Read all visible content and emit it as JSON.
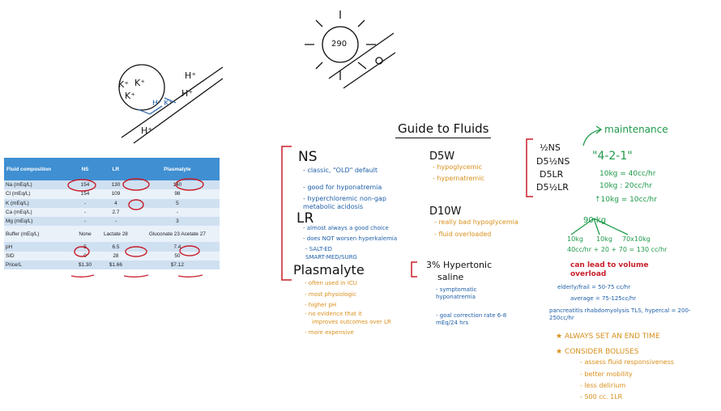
{
  "table": {
    "headers": [
      "Fluid composition",
      "NS",
      "LR",
      "Plasmalyte"
    ],
    "rows": [
      {
        "label": "Na (mEq/L)",
        "ns": "154",
        "lr": "130",
        "pl": "140"
      },
      {
        "label": "Cl (mEq/L)",
        "ns": "154",
        "lr": "109",
        "pl": "98"
      },
      {
        "label": "K (mEq/L)",
        "ns": "-",
        "lr": "4",
        "pl": "5"
      },
      {
        "label": "Ca (mEq/L)",
        "ns": "-",
        "lr": "2.7",
        "pl": "-"
      },
      {
        "label": "Mg (mEq/L)",
        "ns": "-",
        "lr": "-",
        "pl": "3"
      },
      {
        "label": "Buffer (mEq/L)",
        "ns": "None",
        "lr": "Lactate 28",
        "pl": "Gluconate 23 Acetate 27"
      },
      {
        "label": "pH",
        "ns": "5",
        "lr": "6.5",
        "pl": "7.4"
      },
      {
        "label": "SID",
        "ns": "0",
        "lr": "28",
        "pl": "50"
      },
      {
        "label": "Price/L",
        "ns": "$1.30",
        "lr": "$1.66",
        "pl": "$7.12"
      }
    ]
  },
  "cell_sketch": {
    "k1": "K⁺",
    "k2": "K⁺",
    "k3": "K⁺",
    "h_out1": "H⁺",
    "h_out2": "H⁺",
    "h_out3": "H⁺",
    "exchange": "H⁺ K⁺"
  },
  "sun_sketch": {
    "value": "290"
  },
  "title": "Guide to Fluids",
  "ns": {
    "heading": "NS",
    "items": [
      "classic, \"OLD\" default",
      "good for hyponatremia",
      "hyperchloremic non-gap metabolic acidosis"
    ]
  },
  "lr": {
    "heading": "LR",
    "items": [
      "almost always a good choice",
      "does NOT worsen hyperkalemia",
      "SALT-ED",
      "SMART-MED/SURG"
    ]
  },
  "plasmalyte": {
    "heading": "Plasmalyte",
    "items": [
      "often used in ICU",
      "most physiologic",
      "higher pH",
      "no evidence that it",
      "improves outcomes over LR",
      "more expensive"
    ]
  },
  "d5w": {
    "heading": "D5W",
    "items": [
      "hypoglycemic",
      "hypernatremic"
    ]
  },
  "d10w": {
    "heading": "D10W",
    "items": [
      "really bad hypoglycemia",
      "fluid overloaded"
    ]
  },
  "hypertonic": {
    "heading1": "3% Hypertonic",
    "heading2": "saline",
    "items": [
      "symptomatic hyponatremia",
      "goal correction rate 6-8 mEq/24 hrs"
    ]
  },
  "maintenance": {
    "fluids": [
      "½NS",
      "D5½NS",
      "D5LR",
      "D5½LR"
    ],
    "label": "maintenance",
    "rule": "\"4-2-1\"",
    "rates": [
      "10kg = 40cc/hr",
      "10kg : 20cc/hr",
      "↑10kg = 10cc/hr"
    ],
    "example_weight": "90 kg",
    "split": [
      "10kg",
      "10kg",
      "70x10kg"
    ],
    "calc": "40cc/hr + 20 + 70 = 130 cc/hr",
    "warning": "can lead to volume overload",
    "rates_by_patient": [
      "elderly/frail = 50-75 cc/hr",
      "average = 75-125cc/hr",
      "pancreatitis rhabdomyolysis TLS, hypercal = 200-250cc/hr"
    ]
  },
  "tips": {
    "always": "ALWAYS SET AN END TIME",
    "consider": "CONSIDER BOLUSES",
    "items": [
      "assess fluid responsiveness",
      "better mobility",
      "less delirium",
      "500 cc. 1LR"
    ]
  }
}
